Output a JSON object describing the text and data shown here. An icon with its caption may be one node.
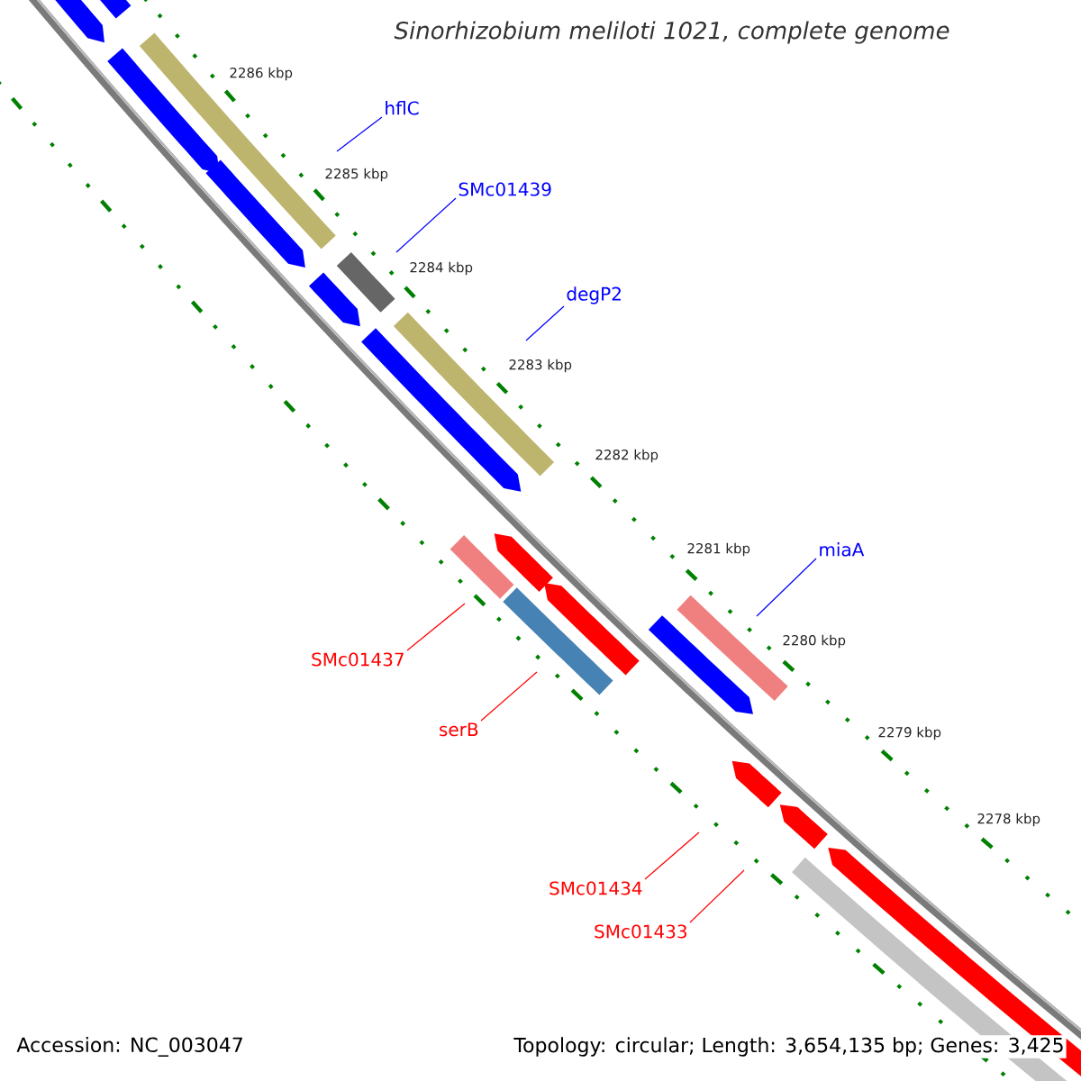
{
  "diagram": {
    "title": "Sinorhizobium meliloti 1021, complete genome",
    "nodes": [
      {
        "text": [
          "hflC"
        ]
      },
      {
        "text": [
          "SMc01439"
        ]
      },
      {
        "text": [
          "degP2"
        ]
      },
      {
        "text": [
          "miaA"
        ]
      },
      {
        "text": [
          "SMc01437"
        ]
      },
      {
        "text": [
          "serB"
        ]
      },
      {
        "text": [
          "SMc01434"
        ]
      },
      {
        "text": [
          "SMc01433"
        ]
      }
    ],
    "edges": [
      {
        "from": 0,
        "to": null,
        "arrow": "none"
      },
      {
        "from": 1,
        "to": null,
        "arrow": "none"
      },
      {
        "from": 2,
        "to": null,
        "arrow": "none"
      },
      {
        "from": 3,
        "to": null,
        "arrow": "none"
      },
      {
        "from": 4,
        "to": null,
        "arrow": "none",
        "color": "#ff0000"
      },
      {
        "from": 5,
        "to": null,
        "arrow": "none",
        "color": "#ff0000"
      },
      {
        "from": 6,
        "to": null,
        "arrow": "none",
        "color": "#ff0000"
      },
      {
        "from": 7,
        "to": null,
        "arrow": "none",
        "color": "#ff0000"
      }
    ],
    "labels": [
      "2286 kbp",
      "2285 kbp",
      "2284 kbp",
      "2283 kbp",
      "2282 kbp",
      "2281 kbp",
      "2280 kbp",
      "2279 kbp",
      "2278 kbp",
      "Accession: NC_003047",
      "Topology: circular; Length: 3,654,135 bp; Genes: 3,425"
    ]
  }
}
